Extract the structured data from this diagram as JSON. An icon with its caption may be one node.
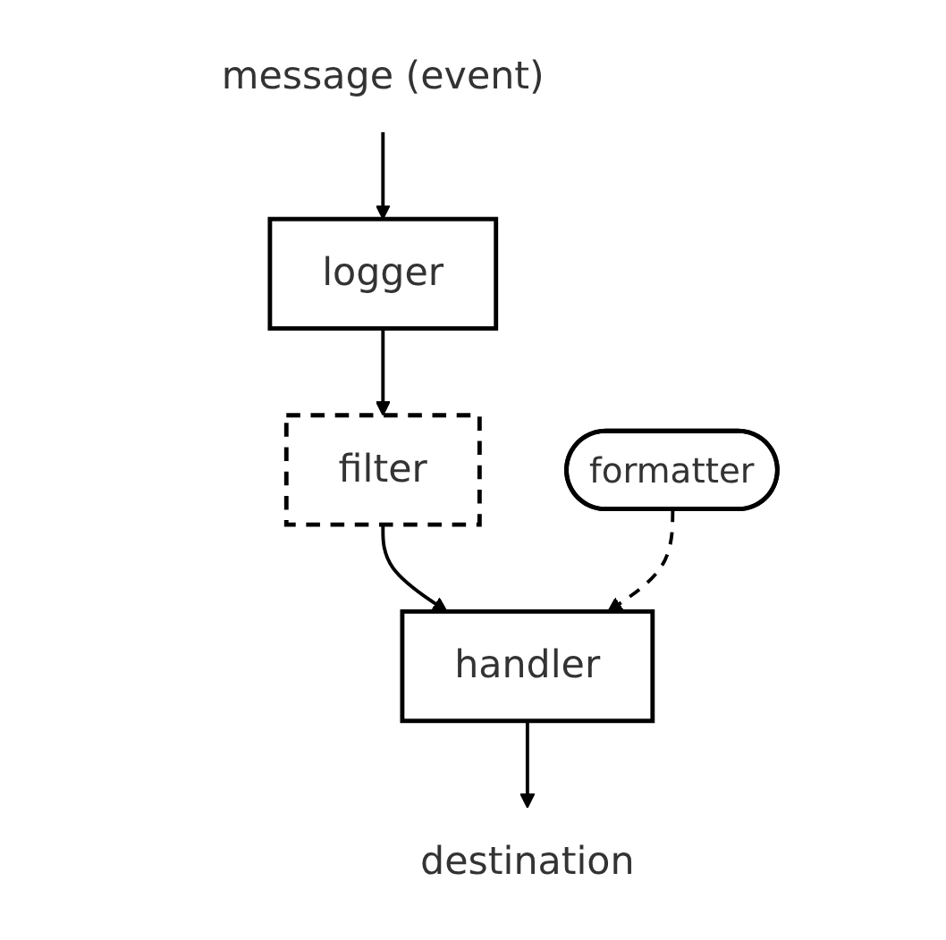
{
  "diagram": {
    "nodes": [
      {
        "text": [
          "logger"
        ]
      },
      {
        "text": [
          "message (event)"
        ]
      },
      {
        "text": [
          "filter"
        ]
      },
      {
        "text": [
          "handler"
        ]
      },
      {
        "text": [
          "formatter"
        ]
      },
      {
        "text": [
          "destination"
        ]
      }
    ],
    "edges": [
      {
        "from": 1,
        "to": 0,
        "arrow": "to"
      },
      {
        "from": 0,
        "to": 2,
        "arrow": "to"
      },
      {
        "from": 2,
        "to": 3,
        "arrow": "to"
      },
      {
        "from": 4,
        "to": 3,
        "arrow": "to",
        "style": "dashed"
      },
      {
        "from": 3,
        "to": 5,
        "arrow": "to"
      }
    ]
  }
}
